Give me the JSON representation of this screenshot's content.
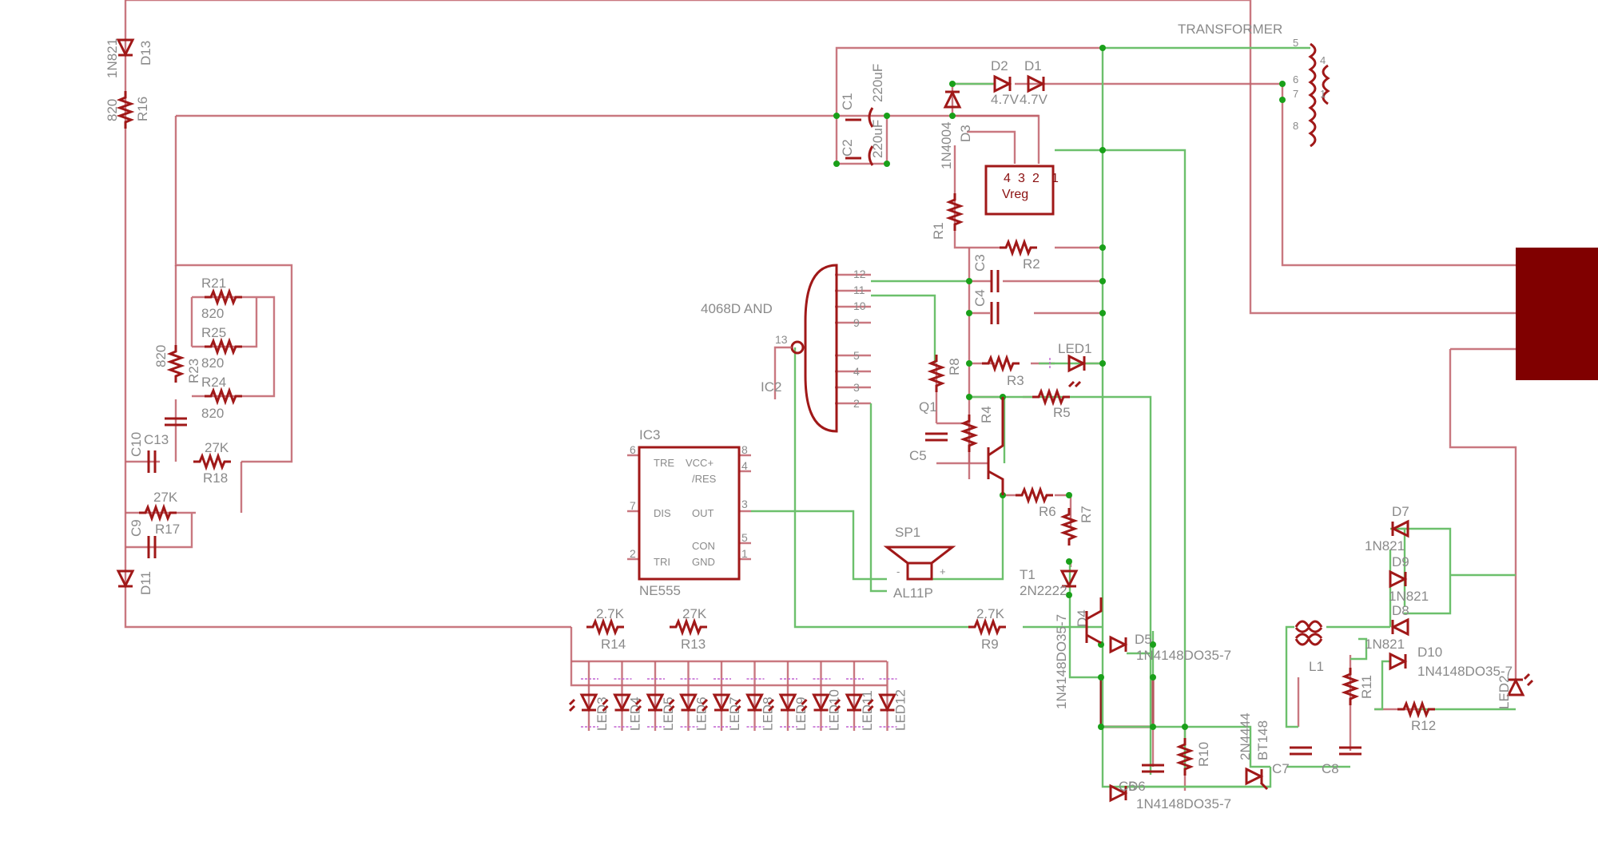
{
  "title": "Schematic",
  "colors": {
    "wire": "#c0606a",
    "net_green": "#6cc06c",
    "symbol": "#a01818",
    "junction": "#1aa01a",
    "label": "#8a8a8a",
    "connector_block": "#800000"
  },
  "top_left": {
    "d13": {
      "name": "D13",
      "value": "1N821"
    },
    "r16": {
      "name": "R16",
      "value": "820"
    },
    "d11": {
      "name": "D11"
    }
  },
  "osc": {
    "r21": {
      "name": "R21",
      "value": "820"
    },
    "r25": {
      "name": "R25",
      "value": "820"
    },
    "r24": {
      "name": "R24",
      "value": "820"
    },
    "r23": {
      "name": "R23",
      "value": "820"
    },
    "c13": {
      "name": "C13"
    },
    "c10": {
      "name": "C10"
    },
    "r18": {
      "name": "R18",
      "value": "27K"
    },
    "r17": {
      "name": "R17",
      "value": "27K"
    },
    "c9": {
      "name": "C9"
    }
  },
  "power": {
    "c1": {
      "name": "C1",
      "value": "220uF"
    },
    "c2": {
      "name": "C2",
      "value": "220uF"
    },
    "d3": {
      "name": "D3",
      "value": "1N4004"
    },
    "d2": {
      "name": "D2",
      "value": "4.7V"
    },
    "d1": {
      "name": "D1",
      "value": "4.7V"
    },
    "vreg": {
      "name": "Vreg",
      "pins": [
        "4",
        "3",
        "2",
        "1"
      ]
    },
    "transformer": {
      "name": "TRANSFORMER",
      "pins": [
        "5",
        "6",
        "7",
        "8",
        "4",
        "1"
      ]
    }
  },
  "logic": {
    "ic2": {
      "name": "IC2",
      "part": "4068D AND",
      "pins_right": [
        "12",
        "11",
        "10",
        "9",
        "5",
        "4",
        "3",
        "2"
      ],
      "pin_left": "13"
    },
    "r1": {
      "name": "R1"
    },
    "r2": {
      "name": "R2"
    },
    "c3": {
      "name": "C3"
    },
    "c4": {
      "name": "C4"
    },
    "r3": {
      "name": "R3"
    },
    "led1": {
      "name": "LED1"
    },
    "r5": {
      "name": "R5"
    },
    "r8": {
      "name": "R8"
    },
    "q1": {
      "name": "Q1"
    },
    "r4": {
      "name": "R4"
    },
    "c5": {
      "name": "C5"
    },
    "r6": {
      "name": "R6"
    },
    "r7": {
      "name": "R7"
    }
  },
  "timer": {
    "ic3": {
      "name": "IC3",
      "part": "NE555",
      "left_pins": [
        {
          "num": "6",
          "label": "TRE"
        },
        {
          "num": "7",
          "label": "DIS"
        },
        {
          "num": "2",
          "label": "TRI"
        }
      ],
      "right_pins": [
        {
          "num": "8",
          "label": "VCC+"
        },
        {
          "num": "4",
          "label": "/RES"
        },
        {
          "num": "3",
          "label": "OUT"
        },
        {
          "num": "5",
          "label": "CON"
        },
        {
          "num": "1",
          "label": "GND"
        }
      ]
    },
    "sp1": {
      "name": "SP1",
      "part": "AL11P",
      "minus": "-",
      "plus": "+"
    }
  },
  "driver": {
    "t1": {
      "name": "T1",
      "part": "2N2222"
    },
    "d4": {
      "name": "D4",
      "value": "1N4148DO35-7"
    },
    "d5": {
      "name": "D5",
      "value": "1N4148DO35-7"
    },
    "d6": {
      "name": "D6",
      "value": "1N4148DO35-7"
    },
    "c6": {
      "name": "C6"
    },
    "r9": {
      "name": "R9",
      "value": "2.7K"
    },
    "r10": {
      "name": "R10"
    },
    "scr": {
      "name": "BT148",
      "value": "2N4444"
    },
    "c7": {
      "name": "C7"
    },
    "c8": {
      "name": "C8"
    },
    "r11": {
      "name": "R11"
    },
    "l1": {
      "name": "L1"
    },
    "r12": {
      "name": "R12"
    }
  },
  "bridge": {
    "d7": {
      "name": "D7",
      "value": "1N821"
    },
    "d9": {
      "name": "D9",
      "value": "1N821"
    },
    "d8": {
      "name": "D8",
      "value": "1N821"
    },
    "d10": {
      "name": "D10",
      "value": "1N4148DO35-7"
    },
    "led2": {
      "name": "LED2"
    }
  },
  "led_bar": {
    "r14": {
      "name": "R14",
      "value": "2.7K"
    },
    "r13": {
      "name": "R13",
      "value": "27K"
    },
    "leds": [
      "LED3",
      "LED4",
      "LED5",
      "LED6",
      "LED7",
      "LED8",
      "LED9",
      "LED10",
      "LED11",
      "LED12"
    ]
  }
}
